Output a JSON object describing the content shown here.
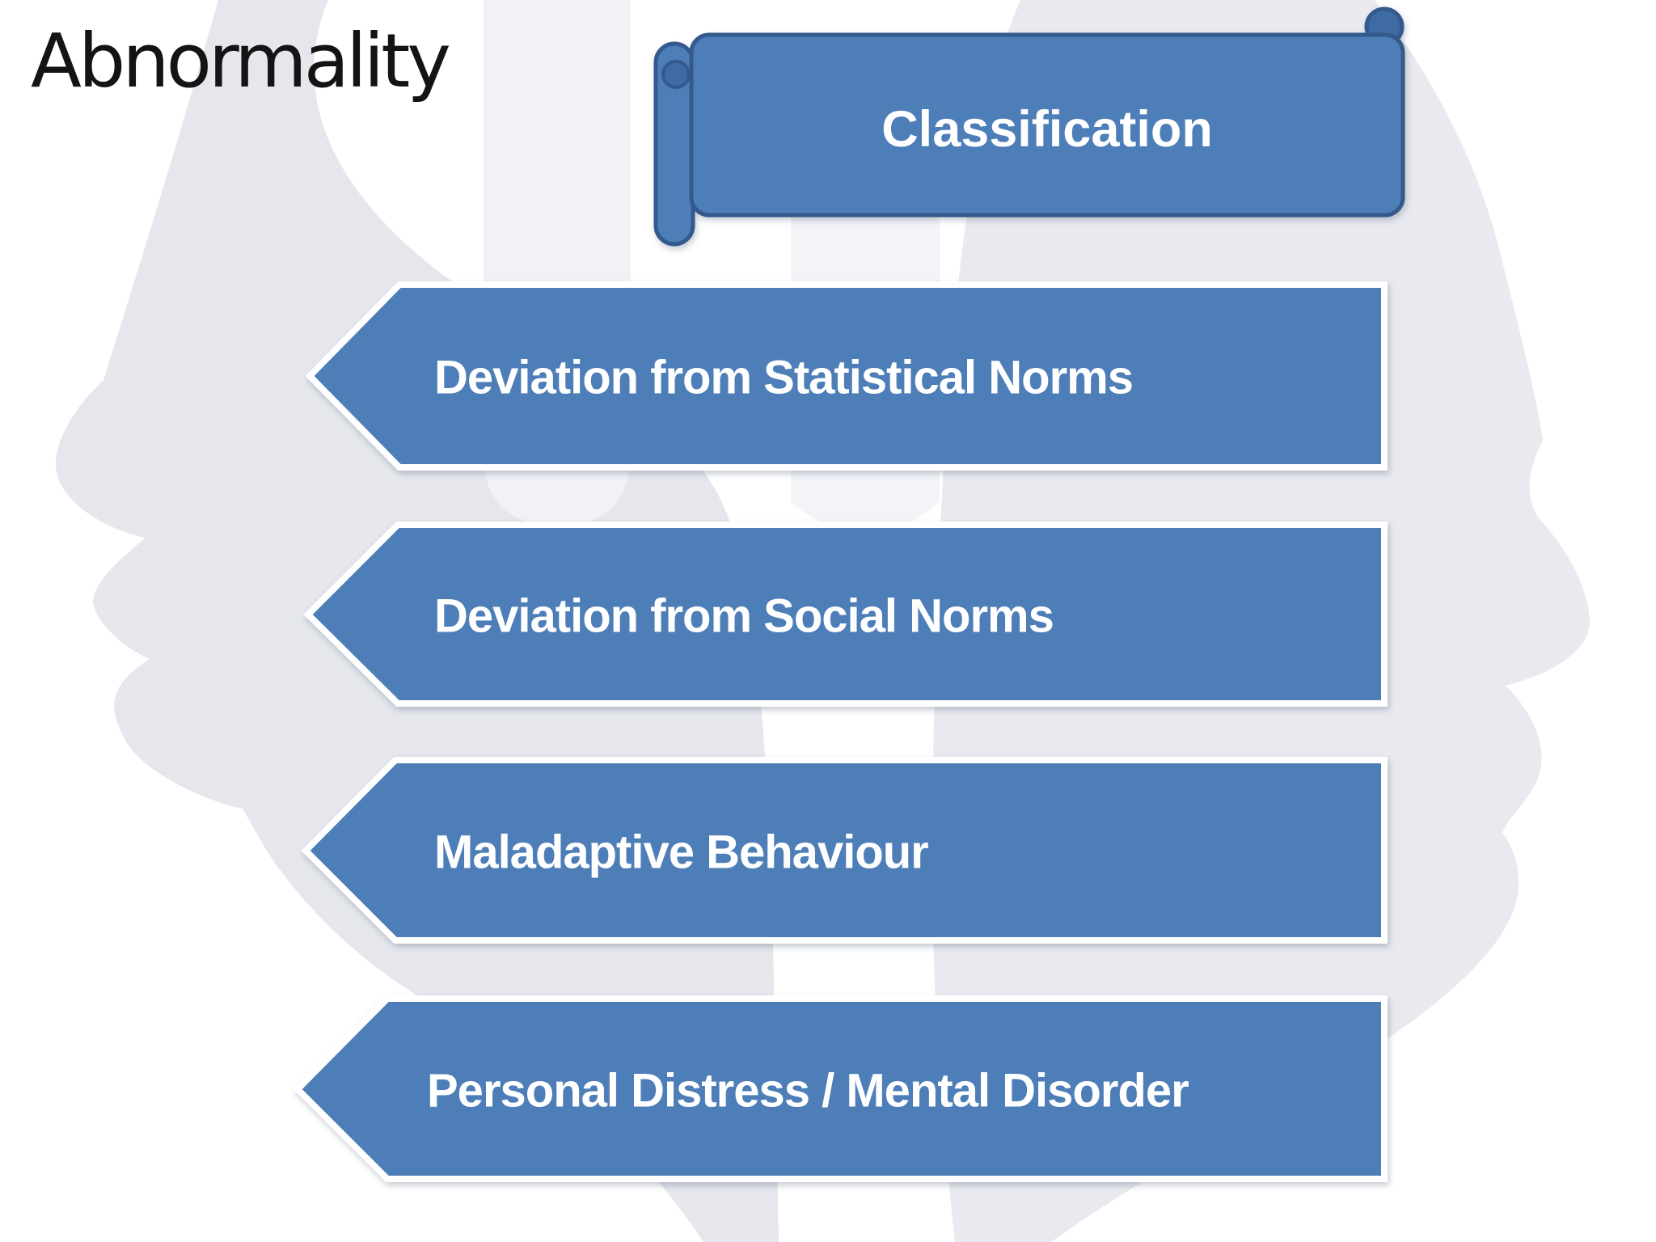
{
  "slide": {
    "title": "Abnormality",
    "banner": {
      "label": "Classification"
    },
    "arrows": [
      {
        "label": "Deviation from Statistical Norms"
      },
      {
        "label": "Deviation from Social Norms"
      },
      {
        "label": "Maladaptive Behaviour"
      },
      {
        "label": "Personal Distress / Mental Disorder"
      }
    ],
    "colors": {
      "shape_fill": "#4D7EB8",
      "shape_border_dark": "#34598C",
      "curl_fill": "#3E6BA3",
      "arrow_outline": "#FFFFFF",
      "label_color": "#FFFFFF",
      "title_color": "#141414",
      "silhouette_left": "#E5E7ED",
      "silhouette_right": "#E8EAEF",
      "silhouette_faint": "#F0F2F6",
      "silhouette_faint_mid": "#F2F4F8"
    }
  }
}
